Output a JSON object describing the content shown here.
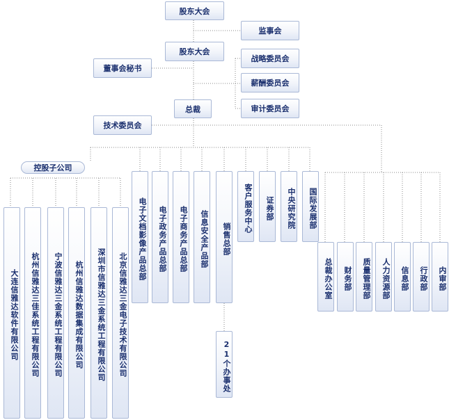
{
  "top": {
    "shareholders_meeting": "股东大会",
    "supervisory_board": "监事会",
    "board": "股东大会",
    "board_secretary": "董事会秘书",
    "strategy_committee": "战略委员会",
    "compensation_committee": "薪酬委员会",
    "audit_committee": "审计委员会",
    "president": "总裁",
    "tech_committee": "技术委员会"
  },
  "subsidiaries": {
    "header": "控股子公司",
    "items": [
      "大连信雅达软件有限公司",
      "杭州信雅达三佳系统工程有限公司",
      "宁波信雅达三金系统工程有限公司",
      "杭州信雅达数据集成有限公司",
      "深圳市信雅达三金系统工程有限公司",
      "北京信雅达三金电子技术有限公司"
    ]
  },
  "business_units": [
    "电子文档影像产品总部",
    "电子政务产品总部",
    "电子商务产品总部",
    "信息安全产品部",
    "销售总部",
    "客户服务中心",
    "证券部",
    "中央研究院",
    "国际发展部"
  ],
  "sales_offices": "21个办事处",
  "functional_depts": [
    "总裁办公室",
    "财务部",
    "质量管理部",
    "人力资源部",
    "信息部",
    "行政部",
    "内审部"
  ],
  "colors": {
    "text": "#1a2f6e",
    "border": "#a9b8d6",
    "line": "#8a8a8a"
  }
}
